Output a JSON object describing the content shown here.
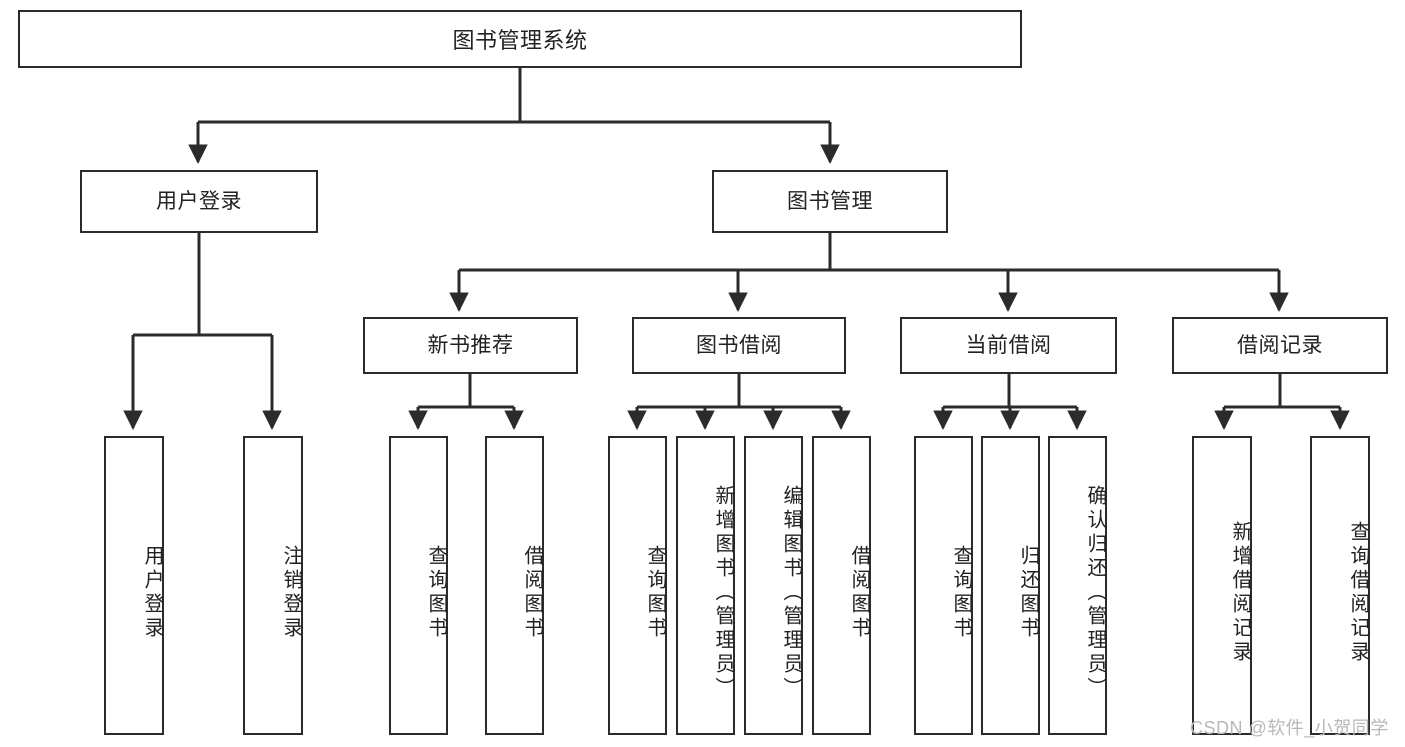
{
  "diagram": {
    "title": "图书管理系统",
    "type": "hierarchy-tree",
    "levels": 4,
    "nodes": {
      "root": {
        "label": "图书管理系统",
        "level": 1
      },
      "login": {
        "label": "用户登录",
        "level": 2
      },
      "book_mgmt": {
        "label": "图书管理",
        "level": 2
      },
      "new_book_rec": {
        "label": "新书推荐",
        "level": 3
      },
      "book_borrow": {
        "label": "图书借阅",
        "level": 3
      },
      "current_borrow": {
        "label": "当前借阅",
        "level": 3
      },
      "borrow_record": {
        "label": "借阅记录",
        "level": 3
      },
      "leaf_user_login": {
        "label": "用户登录",
        "level": 4
      },
      "leaf_logout": {
        "label": "注销登录",
        "level": 4
      },
      "leaf_query_book_1": {
        "label": "查询图书",
        "level": 4
      },
      "leaf_borrow_book_1": {
        "label": "借阅图书",
        "level": 4
      },
      "leaf_query_book_2": {
        "label": "查询图书",
        "level": 4
      },
      "leaf_add_book": {
        "label": "新增图书（管理员）",
        "level": 4
      },
      "leaf_edit_book": {
        "label": "编辑图书（管理员）",
        "level": 4
      },
      "leaf_borrow_book_2": {
        "label": "借阅图书",
        "level": 4
      },
      "leaf_query_book_3": {
        "label": "查询图书",
        "level": 4
      },
      "leaf_return_book": {
        "label": "归还图书",
        "level": 4
      },
      "leaf_confirm_return": {
        "label": "确认归还（管理员）",
        "level": 4
      },
      "leaf_add_record": {
        "label": "新增借阅记录",
        "level": 4
      },
      "leaf_query_record": {
        "label": "查询借阅记录",
        "level": 4
      }
    },
    "edges": [
      {
        "from": "root",
        "to": "login"
      },
      {
        "from": "root",
        "to": "book_mgmt"
      },
      {
        "from": "login",
        "to": "leaf_user_login"
      },
      {
        "from": "login",
        "to": "leaf_logout"
      },
      {
        "from": "book_mgmt",
        "to": "new_book_rec"
      },
      {
        "from": "book_mgmt",
        "to": "book_borrow"
      },
      {
        "from": "book_mgmt",
        "to": "current_borrow"
      },
      {
        "from": "book_mgmt",
        "to": "borrow_record"
      },
      {
        "from": "new_book_rec",
        "to": "leaf_query_book_1"
      },
      {
        "from": "new_book_rec",
        "to": "leaf_borrow_book_1"
      },
      {
        "from": "book_borrow",
        "to": "leaf_query_book_2"
      },
      {
        "from": "book_borrow",
        "to": "leaf_add_book"
      },
      {
        "from": "book_borrow",
        "to": "leaf_edit_book"
      },
      {
        "from": "book_borrow",
        "to": "leaf_borrow_book_2"
      },
      {
        "from": "current_borrow",
        "to": "leaf_query_book_3"
      },
      {
        "from": "current_borrow",
        "to": "leaf_return_book"
      },
      {
        "from": "current_borrow",
        "to": "leaf_confirm_return"
      },
      {
        "from": "borrow_record",
        "to": "leaf_add_record"
      },
      {
        "from": "borrow_record",
        "to": "leaf_query_record"
      }
    ]
  },
  "watermark": {
    "text": "CSDN @软件_小贺同学"
  },
  "colors": {
    "stroke": "#2b2b2b",
    "background": "#ffffff",
    "text": "#222222",
    "watermark": "#b8b8b8"
  }
}
